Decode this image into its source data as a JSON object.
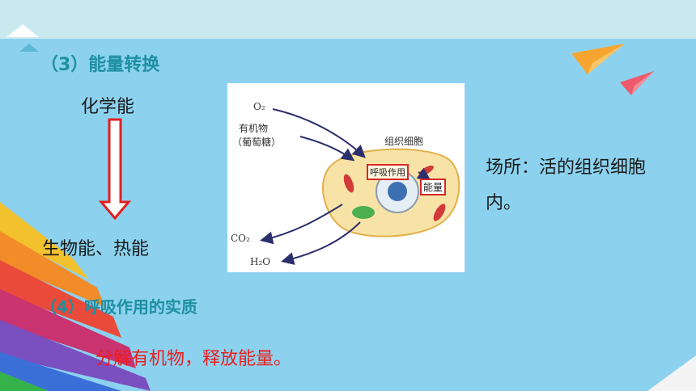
{
  "slide": {
    "heading_3": "（3）能量转换",
    "chemical_energy": "化学能",
    "bio_heat_energy": "生物能、热能",
    "heading_4": "（4）呼吸作用的实质",
    "essence": "分解有机物，释放能量。",
    "location": "场所：活的组织细胞内。"
  },
  "diagram": {
    "o2": "O₂",
    "organic": "有机物",
    "glucose": "（葡萄糖）",
    "tissue_cell": "组织细胞",
    "respiration": "呼吸作用",
    "energy": "能量",
    "co2": "CO₂",
    "h2o": "H₂O"
  },
  "colors": {
    "background": "#8cd2ef",
    "heading": "#1f8fa3",
    "essence": "#ee1c1c",
    "arrow": "#e02020",
    "label_box": "#d62828"
  }
}
